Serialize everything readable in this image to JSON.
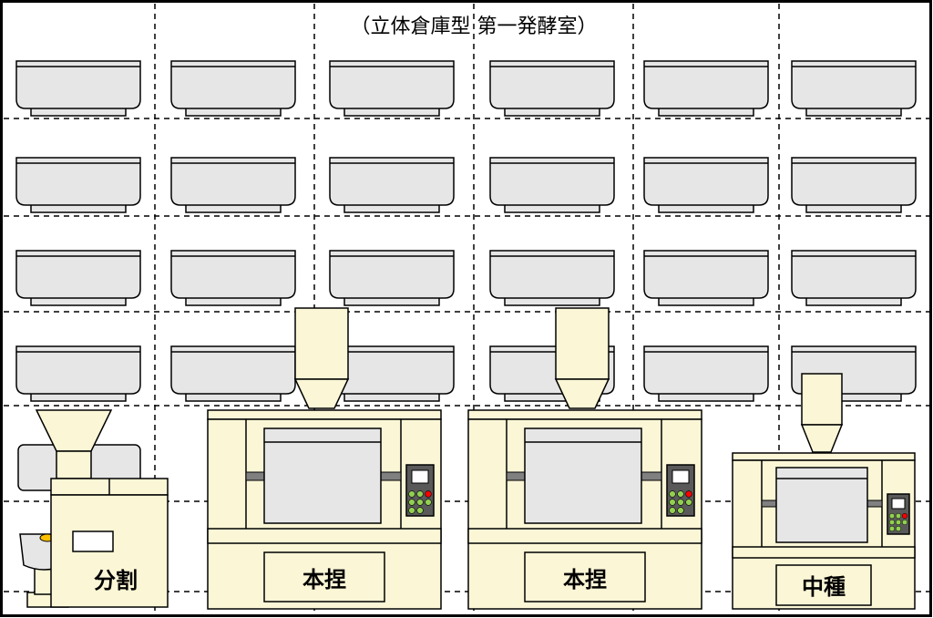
{
  "title": "（立体倉庫型 第一発酵室）",
  "machines": {
    "divider": {
      "label": "分割"
    },
    "mixer_main_1": {
      "label": "本捏"
    },
    "mixer_main_2": {
      "label": "本捏"
    },
    "mixer_sponge": {
      "label": "中種"
    }
  },
  "storage": {
    "rows": 4,
    "columns": 6
  },
  "colors": {
    "machine_fill": "#fbf6d6",
    "container_fill": "#e6e6e6",
    "panel_dark": "#595959",
    "button_green": "#92d050",
    "button_red": "#ff0000",
    "dough_yellow": "#ffc000",
    "line": "#000000"
  }
}
